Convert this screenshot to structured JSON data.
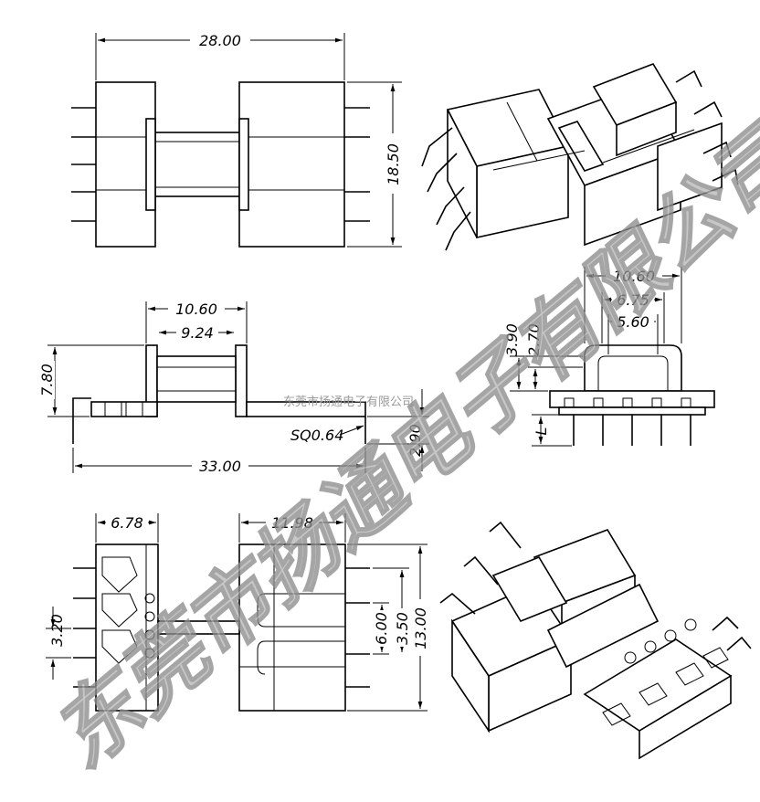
{
  "dimensions": {
    "top_width": "28.00",
    "top_height": "18.50",
    "side_outer": "10.60",
    "side_inner": "9.24",
    "side_height": "7.80",
    "side_length": "33.00",
    "pin_size": "SQ0.64",
    "pin_length": "2.90",
    "end_outer": "10.60",
    "end_mid": "6.75",
    "end_inner": "5.60",
    "end_h1": "3.90",
    "end_h2": "2.70",
    "end_pin_label": "L",
    "bottom_left_width": "6.78",
    "bottom_right_width": "11.98",
    "bottom_pitch": "3.20",
    "bottom_slot": "6.00",
    "bottom_row": "3.50",
    "bottom_height": "13.00"
  },
  "watermark": {
    "main": "东莞市扬通电子有限公司",
    "small": "东莞市扬通电子有限公司"
  }
}
